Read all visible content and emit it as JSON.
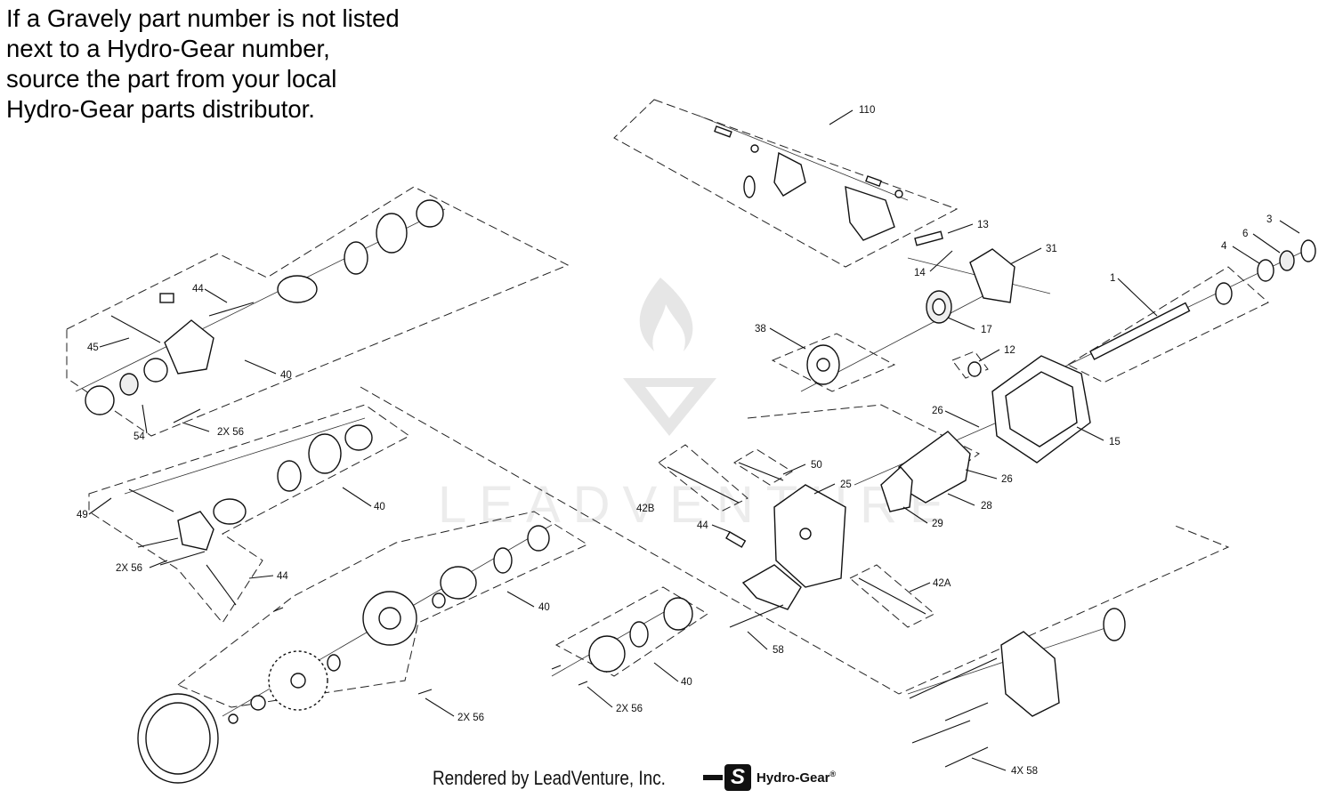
{
  "note_lines": [
    "If a Gravely part number is not listed",
    "next to a Hydro-Gear number,",
    "source the part from your local",
    "Hydro-Gear parts distributor."
  ],
  "watermark_text": "LEADVENTURE",
  "footer": {
    "rendered_by": "Rendered by LeadVenture, Inc.",
    "brand": "Hydro-Gear",
    "registered_mark": "®"
  },
  "callouts": {
    "c110": "110",
    "c13": "13",
    "c14": "14",
    "c31": "31",
    "c3": "3",
    "c4": "4",
    "c6": "6",
    "c1": "1",
    "c17": "17",
    "c38": "38",
    "c12": "12",
    "c26a": "26",
    "c15": "15",
    "c26b": "26",
    "c28": "28",
    "c29": "29",
    "c50": "50",
    "c25": "25",
    "c42b": "42B",
    "c44c": "44",
    "c42a": "42A",
    "c58": "58",
    "c4x58": "4X 58",
    "c44a": "44",
    "c45": "45",
    "c40a": "40",
    "c54": "54",
    "c2x56a": "2X 56",
    "c49": "49",
    "c40b": "40",
    "c2x56b": "2X 56",
    "c44b": "44",
    "c40c": "40",
    "c2x56c": "2X 56",
    "c40d": "40",
    "c2x56d": "2X 56"
  }
}
